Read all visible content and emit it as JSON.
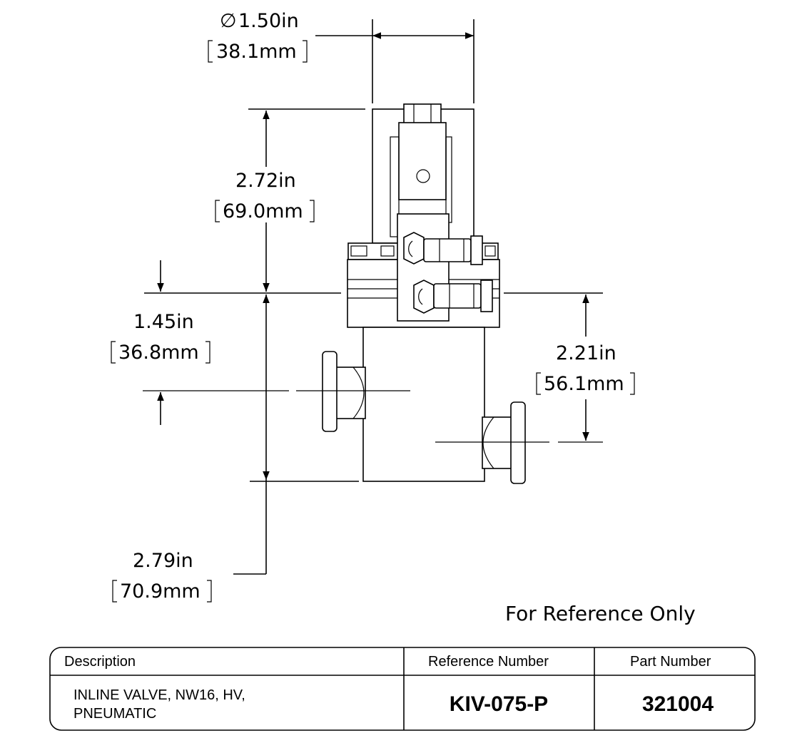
{
  "dimensions": {
    "diameter_symbol": "∅",
    "diameter_in": "1.50in",
    "diameter_mm": "38.1mm",
    "top_height_in": "2.72in",
    "top_height_mm": "69.0mm",
    "port_offset_in": "1.45in",
    "port_offset_mm": "36.8mm",
    "right_port_in": "2.21in",
    "right_port_mm": "56.1mm",
    "bottom_height_in": "2.79in",
    "bottom_height_mm": "70.9mm"
  },
  "note": "For Reference Only",
  "table": {
    "headers": {
      "description": "Description",
      "reference": "Reference Number",
      "part": "Part Number"
    },
    "description_line1": "INLINE VALVE, NW16, HV,",
    "description_line2": "PNEUMATIC",
    "reference_number": "KIV-075-P",
    "part_number": "321004"
  }
}
